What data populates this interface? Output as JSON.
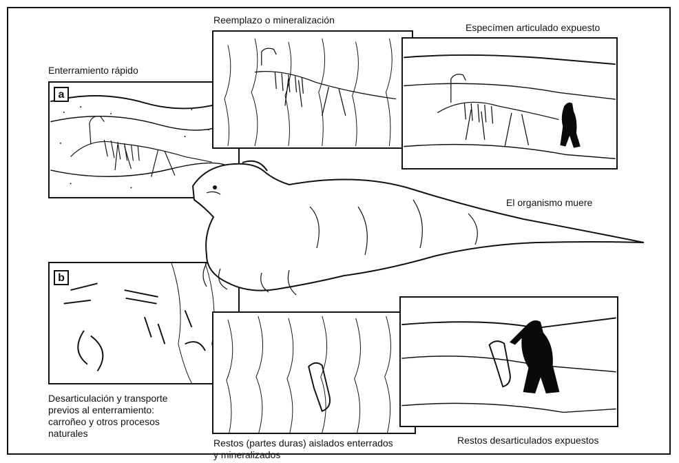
{
  "labels": {
    "rapid_burial": "Enterramiento rápido",
    "replacement": "Reemplazo o mineralización",
    "articulated_exposed": "Especímen articulado expuesto",
    "organism_dies": "El organismo muere",
    "disarticulation_line1": "Desarticulación y transporte",
    "disarticulation_line2": "previos al enterramiento:",
    "disarticulation_line3": "carroñeo y otros procesos",
    "disarticulation_line4": "naturales",
    "isolated_line1": "Restos (partes duras) aislados enterrados",
    "isolated_line2": "y mineralizados",
    "disarticulated_exposed": "Restos desarticulados expuestos"
  },
  "panel_tags": {
    "a": "a",
    "b": "b"
  },
  "colors": {
    "ink": "#111111",
    "paper": "#ffffff",
    "silhouette": "#0a0a0a"
  }
}
